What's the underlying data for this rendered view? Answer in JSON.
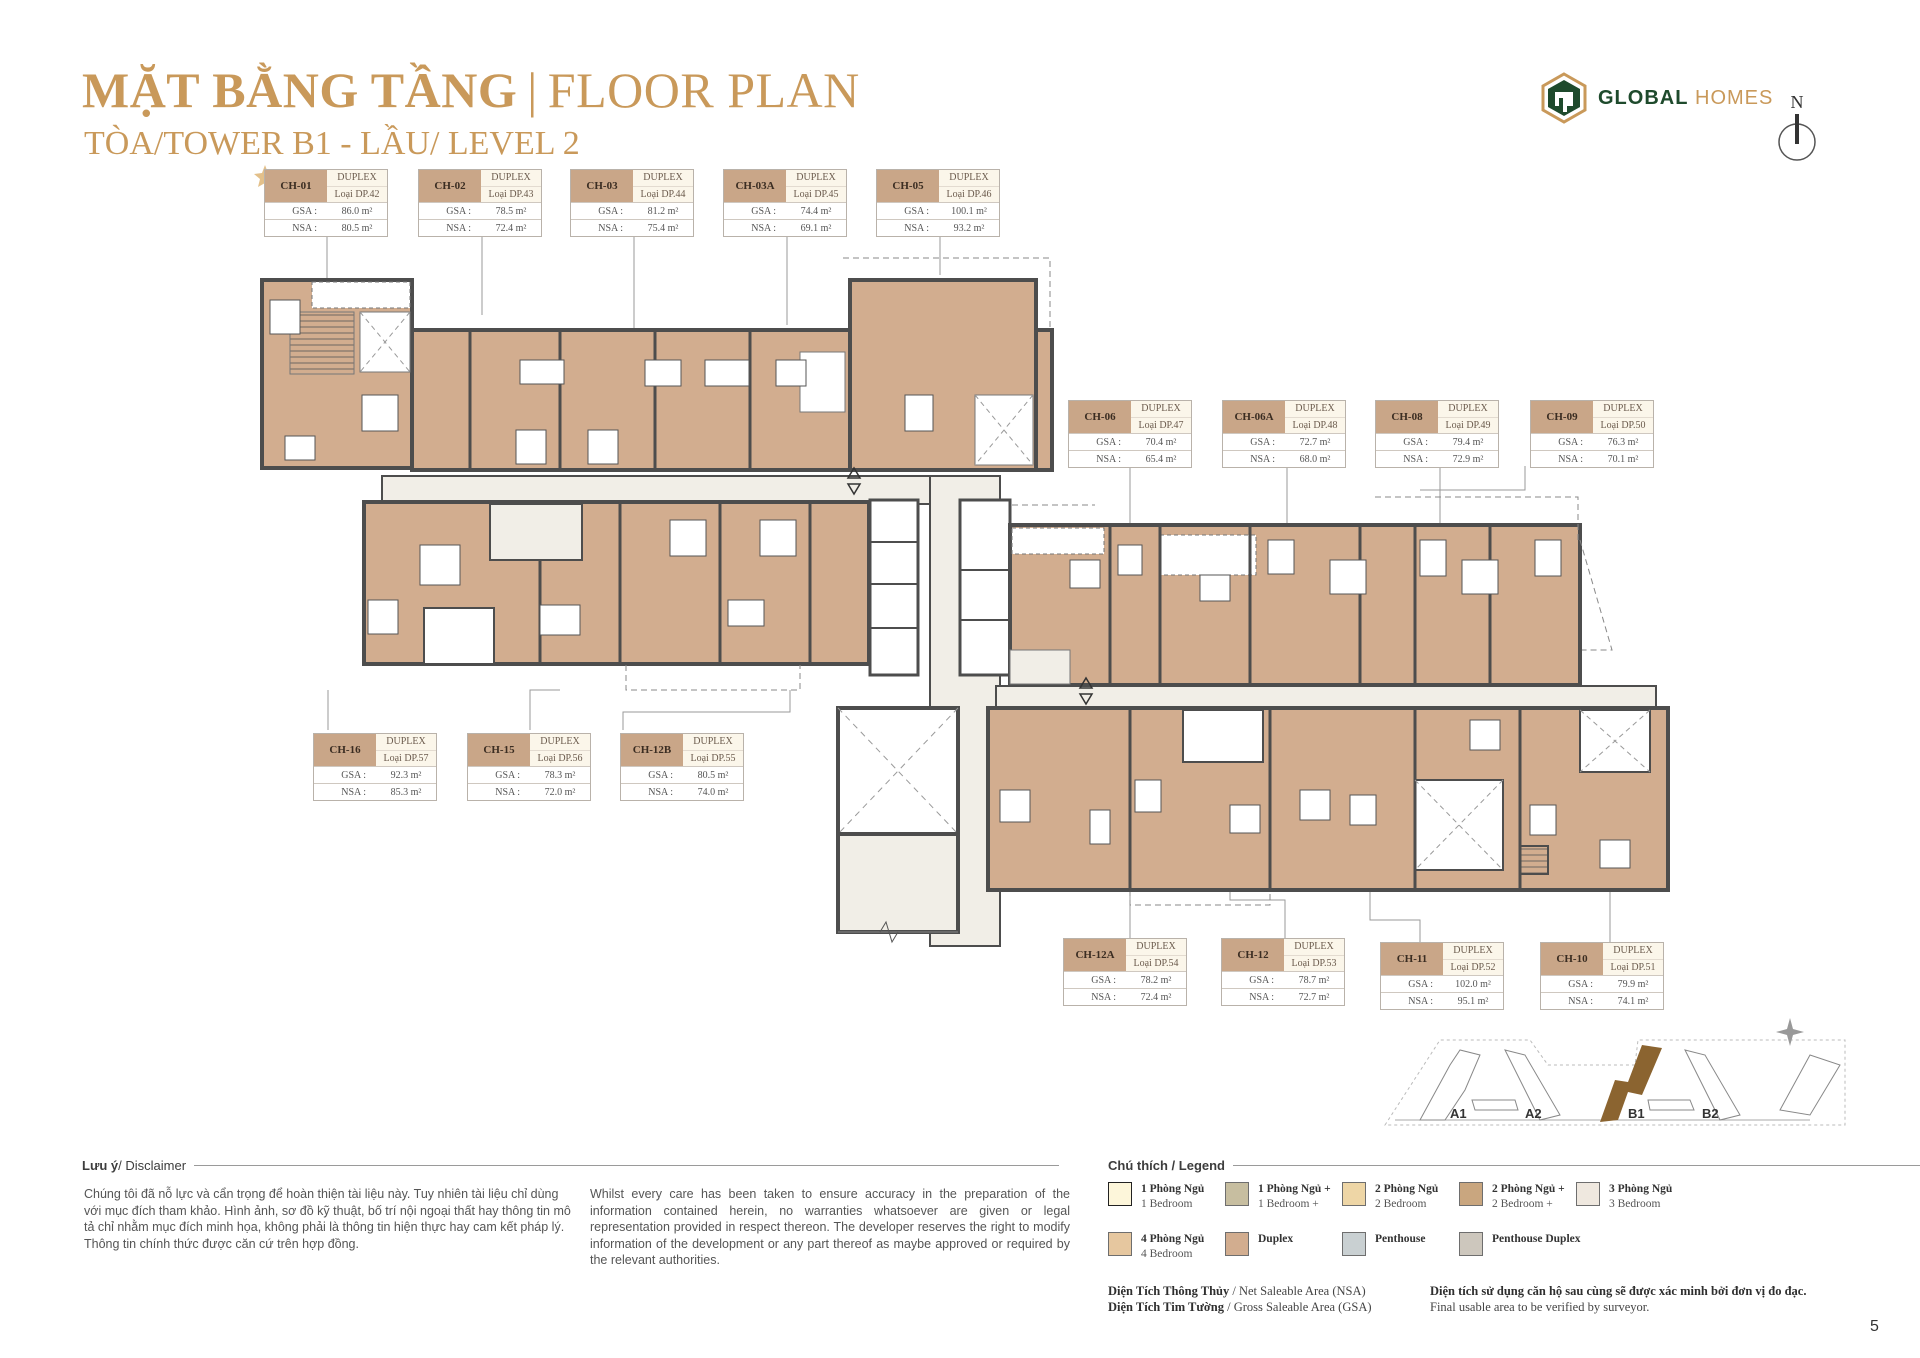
{
  "header": {
    "title_vi": "MẶT BẰNG TẦNG",
    "title_sep": "|",
    "title_en": "FLOOR PLAN",
    "subtitle": "TÒA/TOWER B1 - LẦU/ LEVEL 2"
  },
  "brand": {
    "name_bold": "GLOBAL",
    "name_light": "HOMES",
    "primary_color": "#1e4a2c",
    "accent_color": "#c9995a"
  },
  "compass": {
    "label": "N"
  },
  "unit_cards": {
    "labels": {
      "gsa": "GSA :",
      "nsa": "NSA :"
    },
    "units": [
      {
        "code": "CH-01",
        "type": "DUPLEX",
        "model": "Loại DP.42",
        "gsa": "86.0 m²",
        "nsa": "80.5 m²"
      },
      {
        "code": "CH-02",
        "type": "DUPLEX",
        "model": "Loại DP.43",
        "gsa": "78.5 m²",
        "nsa": "72.4 m²"
      },
      {
        "code": "CH-03",
        "type": "DUPLEX",
        "model": "Loại DP.44",
        "gsa": "81.2 m²",
        "nsa": "75.4 m²"
      },
      {
        "code": "CH-03A",
        "type": "DUPLEX",
        "model": "Loại DP.45",
        "gsa": "74.4 m²",
        "nsa": "69.1 m²"
      },
      {
        "code": "CH-05",
        "type": "DUPLEX",
        "model": "Loại DP.46",
        "gsa": "100.1 m²",
        "nsa": "93.2 m²"
      },
      {
        "code": "CH-06",
        "type": "DUPLEX",
        "model": "Loại DP.47",
        "gsa": "70.4 m²",
        "nsa": "65.4 m²"
      },
      {
        "code": "CH-06A",
        "type": "DUPLEX",
        "model": "Loại DP.48",
        "gsa": "72.7 m²",
        "nsa": "68.0 m²"
      },
      {
        "code": "CH-08",
        "type": "DUPLEX",
        "model": "Loại DP.49",
        "gsa": "79.4 m²",
        "nsa": "72.9 m²"
      },
      {
        "code": "CH-09",
        "type": "DUPLEX",
        "model": "Loại DP.50",
        "gsa": "76.3 m²",
        "nsa": "70.1 m²"
      },
      {
        "code": "CH-16",
        "type": "DUPLEX",
        "model": "Loại DP.57",
        "gsa": "92.3 m²",
        "nsa": "85.3 m²"
      },
      {
        "code": "CH-15",
        "type": "DUPLEX",
        "model": "Loại DP.56",
        "gsa": "78.3 m²",
        "nsa": "72.0 m²"
      },
      {
        "code": "CH-12B",
        "type": "DUPLEX",
        "model": "Loại DP.55",
        "gsa": "80.5 m²",
        "nsa": "74.0 m²"
      },
      {
        "code": "CH-12A",
        "type": "DUPLEX",
        "model": "Loại DP.54",
        "gsa": "78.2 m²",
        "nsa": "72.4 m²"
      },
      {
        "code": "CH-12",
        "type": "DUPLEX",
        "model": "Loại DP.53",
        "gsa": "78.7 m²",
        "nsa": "72.7 m²"
      },
      {
        "code": "CH-11",
        "type": "DUPLEX",
        "model": "Loại DP.52",
        "gsa": "102.0 m²",
        "nsa": "95.1 m²"
      },
      {
        "code": "CH-10",
        "type": "DUPLEX",
        "model": "Loại DP.51",
        "gsa": "79.9 m²",
        "nsa": "74.1 m²"
      }
    ]
  },
  "keymap": {
    "towers": [
      "A1",
      "A2",
      "B1",
      "B2"
    ],
    "highlighted": "B1",
    "highlight_color": "#8b6430"
  },
  "disclaimer": {
    "heading_bold": "Lưu ý",
    "heading_rest": " / Disclaimer",
    "text_vi": "Chúng tôi đã nỗ lực và cẩn trọng để hoàn thiện tài liệu này. Tuy nhiên tài liệu chỉ dùng với mục đích tham khảo. Hình ảnh, sơ đồ kỹ thuật, bố trí nội ngoại thất hay thông tin mô tả chỉ nhằm mục đích minh họa, không phải là thông tin hiện thực hay cam kết pháp lý. Thông tin chính thức được căn cứ trên hợp đồng.",
    "text_en": "Whilst every care has been taken to ensure accuracy in the preparation of the information contained herein, no warranties whatsoever are given or legal representation provided in respect thereon. The developer reserves the right to modify information of the development or any part thereof as maybe approved or required by the relevant authorities."
  },
  "legend": {
    "heading": "Chú thích / Legend",
    "items": [
      {
        "vi": "1 Phòng Ngủ",
        "en": "1 Bedroom",
        "color": "#fdf6da"
      },
      {
        "vi": "1 Phòng Ngủ +",
        "en": "1 Bedroom +",
        "color": "#c7bea0"
      },
      {
        "vi": "2 Phòng Ngủ",
        "en": "2 Bedroom",
        "color": "#eed6a6"
      },
      {
        "vi": "2 Phòng Ngủ +",
        "en": "2 Bedroom +",
        "color": "#c9a67f"
      },
      {
        "vi": "3 Phòng Ngủ",
        "en": "3 Bedroom",
        "color": "#efe8df"
      },
      {
        "vi": "4 Phòng Ngủ",
        "en": "4 Bedroom",
        "color": "#e6c79f"
      },
      {
        "vi": "Duplex",
        "en": "",
        "color": "#d2ad8f"
      },
      {
        "vi": "Penthouse",
        "en": "",
        "color": "#c9d0d2"
      },
      {
        "vi": "Penthouse Duplex",
        "en": "",
        "color": "#cdc7bd"
      }
    ]
  },
  "area_notes": {
    "nsa_vi": "Diện Tích Thông Thủy",
    "nsa_en": " / Net Saleable Area (NSA)",
    "gsa_vi": "Diện Tích Tim Tường",
    "gsa_en": " / Gross Saleable Area (GSA)",
    "verify_vi": "Diện tích sử dụng căn hộ sau cùng sẽ được xác minh bởi đơn vị đo đạc.",
    "verify_en": "Final usable area to be verified by surveyor."
  },
  "page_number": "5",
  "colors": {
    "unit_fill": "#d2ad8f",
    "wall": "#4d4d4d",
    "corridor": "#f1eee7",
    "title_gold": "#c9995a"
  }
}
